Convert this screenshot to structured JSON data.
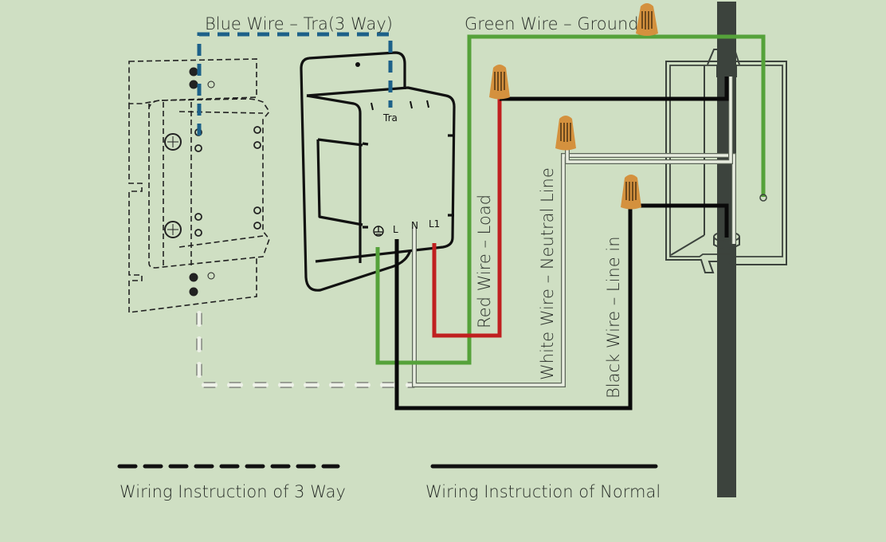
{
  "labels": {
    "blue_wire": "Blue Wire – Tra(3 Way)",
    "green_wire": "Green Wire – Ground",
    "red_wire": "Red Wire – Load",
    "white_wire": "White Wire – Neutral Line",
    "black_wire": "Black Wire – Line in"
  },
  "terminals": {
    "tra": "Tra",
    "ground": "⏚",
    "line": "L",
    "neutral": "N",
    "load": "L1"
  },
  "legend": {
    "three_way": "Wiring Instruction of 3 Way",
    "normal": "Wiring Instruction of Normal"
  },
  "colors": {
    "background": "#cfdfc3",
    "blue_wire": "#1d6189",
    "green_wire": "#55a23a",
    "red_wire": "#c02020",
    "black_wire": "#0a0a0a",
    "white_wire": "#e8ede0",
    "wire_nut": "#d4913e",
    "conduit": "#3c433d"
  }
}
